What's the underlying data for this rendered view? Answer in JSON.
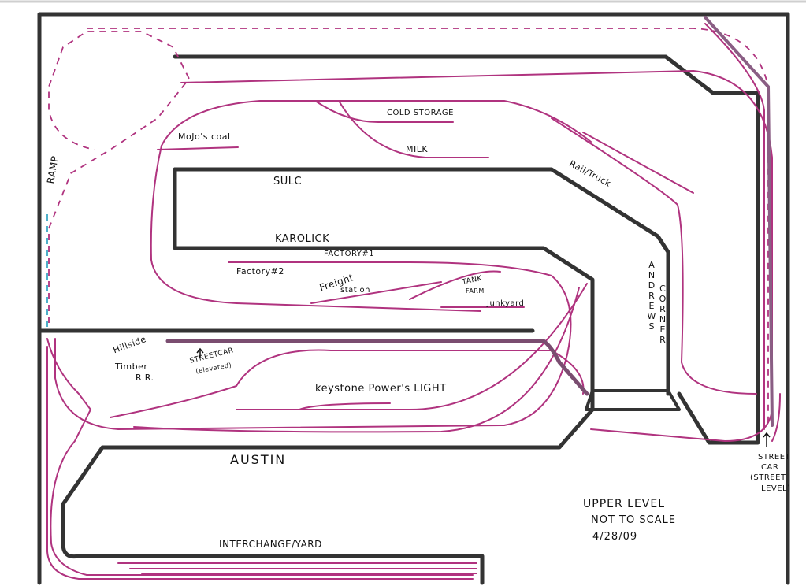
{
  "colors": {
    "benchwork": "#333333",
    "track": "#b0337f",
    "ramp_upper": "#b0337f",
    "ramp_lower": "#3aa8c4",
    "paper": "#ffffff",
    "ink": "#111111"
  },
  "labels": {
    "ramp": "RAMP",
    "mojos_coal": "MoJo's coal",
    "cold_storage": "COLD STORAGE",
    "milk": "MILK",
    "rail_truck": "Rail/Truck",
    "sulc": "SULC",
    "karolick": "KAROLICK",
    "factory_1": "FACTORY#1",
    "factory_2": "Factory#2",
    "freight_station_1": "Freight",
    "freight_station_2": "station",
    "tank_farm_1": "TANK",
    "tank_farm_2": "FARM",
    "junkyard": "Junkyard",
    "andrews_corner": "ANDREWS CORNER",
    "hillside_1": "Hillside",
    "hillside_2": "Timber",
    "hillside_3": "R.R.",
    "streetcar_elev_1": "STREETCAR",
    "streetcar_elev_2": "(elevated)",
    "keystone": "keystone Power's LIGHT",
    "austin": "AUSTIN",
    "interchange": "INTERCHANGE/YARD",
    "street_car_1": "STREET",
    "street_car_2": "CAR",
    "street_car_3": "(STREET",
    "street_car_4": "LEVEL)"
  },
  "notes": {
    "line1": "UPPER LEVEL",
    "line2": "NOT TO SCALE",
    "line3": "4/28/09"
  }
}
